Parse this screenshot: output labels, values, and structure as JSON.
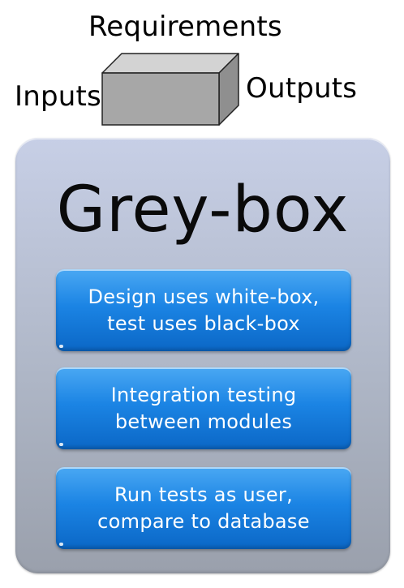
{
  "black_box": {
    "top_label": "Requirements",
    "left_label": "Inputs",
    "right_label": "Outputs"
  },
  "grey_box": {
    "title": "Grey-box",
    "items": [
      {
        "line1": "Design uses white-box,",
        "line2": "test uses black-box"
      },
      {
        "line1": "Integration testing",
        "line2": "between modules"
      },
      {
        "line1": "Run tests as user,",
        "line2": "compare to database"
      }
    ]
  },
  "colors": {
    "cube_front": "#a7a7a7",
    "cube_top": "#d3d3d3",
    "cube_side": "#8f8f8f",
    "panel": "#b4bccc",
    "item_blue": "#1b84e4",
    "item_text": "#ffffff"
  }
}
